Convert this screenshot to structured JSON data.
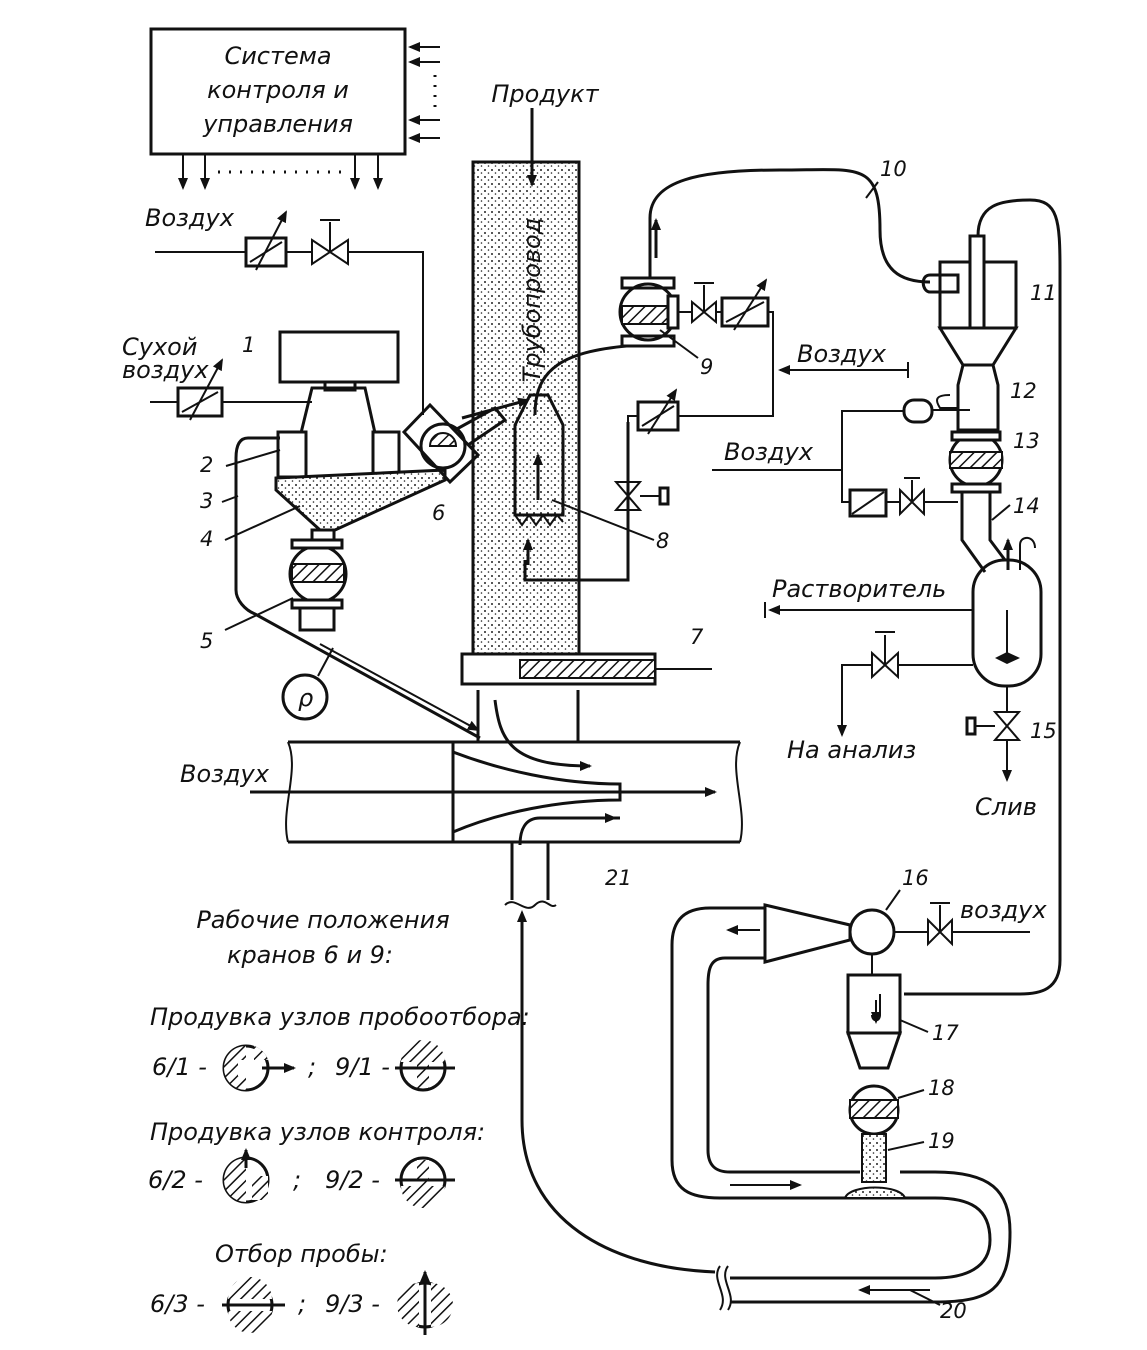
{
  "control_system": {
    "line1": "Система",
    "line2": "контроля и",
    "line3": "управления"
  },
  "labels": {
    "product": "Продукт",
    "pipeline": "Трубопровод",
    "air_top": "Воздух",
    "dry_air_1": "Сухой",
    "dry_air_2": "воздух",
    "air_valve9": "Воздух",
    "air_13": "Воздух",
    "solvent": "Растворитель",
    "to_analysis": "На анализ",
    "drain": "Слив",
    "air_main": "Воздух",
    "air_16": "воздух",
    "rho": "ρ"
  },
  "numbers": {
    "n1": "1",
    "n2": "2",
    "n3": "3",
    "n4": "4",
    "n5": "5",
    "n6": "6",
    "n7": "7",
    "n8": "8",
    "n9": "9",
    "n10": "10",
    "n11": "11",
    "n12": "12",
    "n13": "13",
    "n14": "14",
    "n15": "15",
    "n16": "16",
    "n17": "17",
    "n18": "18",
    "n19": "19",
    "n20": "20",
    "n21": "21"
  },
  "legend": {
    "title_1": "Рабочие положения",
    "title_2": "кранов 6 и 9:",
    "purge_sampling": "Продувка узлов пробоотбора:",
    "purge_control": "Продувка узлов контроля:",
    "sampling": "Отбор пробы:",
    "p61": "6/1 -",
    "p91": "9/1 -",
    "p62": "6/2 -",
    "p92": "9/2 -",
    "p63": "6/3 -",
    "p93": "9/3 -",
    "sep": ";"
  }
}
